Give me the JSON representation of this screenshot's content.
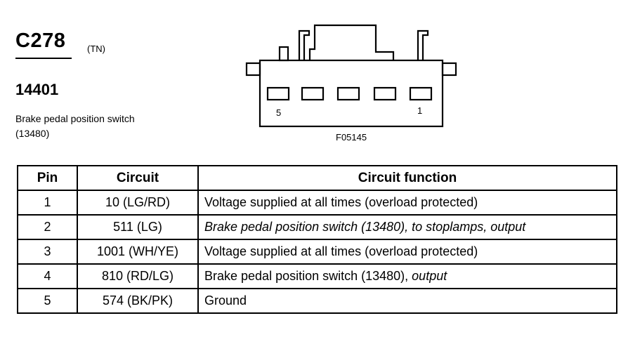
{
  "connector": {
    "id": "C278",
    "color_code": "(TN)",
    "part_number": "14401",
    "description": "Brake pedal position switch (13480)"
  },
  "diagram": {
    "label_pin_left": "5",
    "label_pin_right": "1",
    "figure_id": "F05145"
  },
  "table": {
    "headers": {
      "pin": "Pin",
      "circuit": "Circuit",
      "function": "Circuit function"
    },
    "rows": [
      {
        "pin": "1",
        "circuit": "10 (LG/RD)",
        "function": "Voltage supplied at all times (overload protected)"
      },
      {
        "pin": "2",
        "circuit": "511 (LG)",
        "function": "Brake pedal position switch (13480), to stoplamps, output"
      },
      {
        "pin": "3",
        "circuit": "1001 (WH/YE)",
        "function": "Voltage supplied at all times (overload protected)"
      },
      {
        "pin": "4",
        "circuit": "810 (RD/LG)",
        "function_part_a": "Brake pedal position switch (13480), ",
        "function_part_b": "output"
      },
      {
        "pin": "5",
        "circuit": "574 (BK/PK)",
        "function": "Ground"
      }
    ]
  }
}
